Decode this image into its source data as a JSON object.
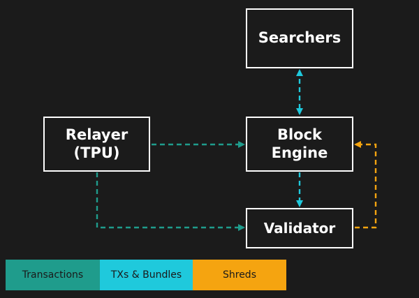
{
  "nodes": {
    "searchers": {
      "label": "Searchers"
    },
    "relayer": {
      "line1": "Relayer",
      "line2": "(TPU)"
    },
    "block_engine": {
      "line1": "Block",
      "line2": "Engine"
    },
    "validator": {
      "label": "Validator"
    }
  },
  "legend": [
    {
      "label": "Transactions",
      "color": "#1f9c8c"
    },
    {
      "label": "TXs & Bundles",
      "color": "#1fc9dc"
    },
    {
      "label": "Shreds",
      "color": "#f5a410"
    }
  ],
  "edges": [
    {
      "from": "searchers",
      "to": "block_engine",
      "kind": "TXs & Bundles",
      "bidirectional": true
    },
    {
      "from": "relayer",
      "to": "block_engine",
      "kind": "Transactions"
    },
    {
      "from": "relayer",
      "to": "validator",
      "kind": "Transactions"
    },
    {
      "from": "block_engine",
      "to": "validator",
      "kind": "TXs & Bundles"
    },
    {
      "from": "validator",
      "to": "block_engine",
      "kind": "Shreds"
    }
  ]
}
